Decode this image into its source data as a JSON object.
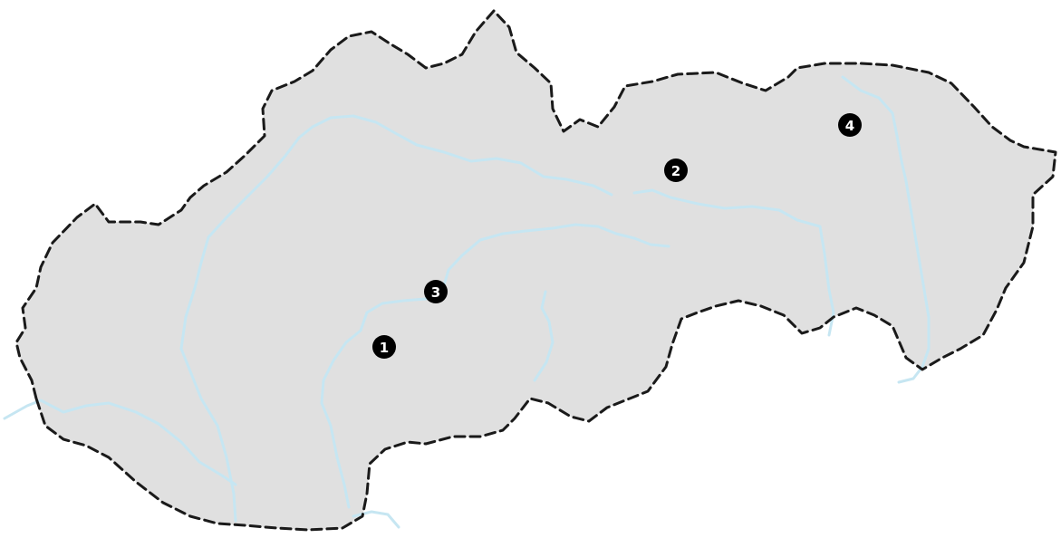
{
  "map": {
    "colors": {
      "land": "#e0e0e0",
      "border": "#1a1a1a",
      "river": "#c6e6f2",
      "marker": "#000000",
      "marker_text": "#ffffff"
    },
    "markers": [
      {
        "id": "marker-1",
        "label": "1"
      },
      {
        "id": "marker-2",
        "label": "2"
      },
      {
        "id": "marker-3",
        "label": "3"
      },
      {
        "id": "marker-4",
        "label": "4"
      }
    ]
  }
}
